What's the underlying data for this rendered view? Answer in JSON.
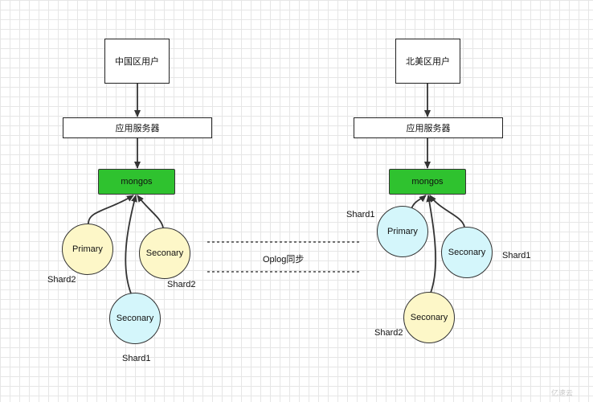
{
  "left": {
    "user_label": "中国区用户",
    "server_label": "应用服务器",
    "mongos_label": "mongos",
    "primary_label": "Primary",
    "secondary1_label": "Seconary",
    "secondary2_label": "Seconary",
    "shard_primary": "Shard2",
    "shard_secondary1": "Shard2",
    "shard_secondary2": "Shard1"
  },
  "right": {
    "user_label": "北美区用户",
    "server_label": "应用服务器",
    "mongos_label": "mongos",
    "primary_label": "Primary",
    "secondary1_label": "Seconary",
    "secondary2_label": "Seconary",
    "shard_primary": "Shard1",
    "shard_secondary1": "Shard1",
    "shard_secondary2": "Shard2"
  },
  "sync_label": "Oplog同步",
  "watermark": "亿速云",
  "colors": {
    "mongos": "#2fc22f",
    "primary": "#fdf7c8",
    "secondary_yellow": "#fdf7c8",
    "secondary_blue": "#d4f6fb"
  }
}
